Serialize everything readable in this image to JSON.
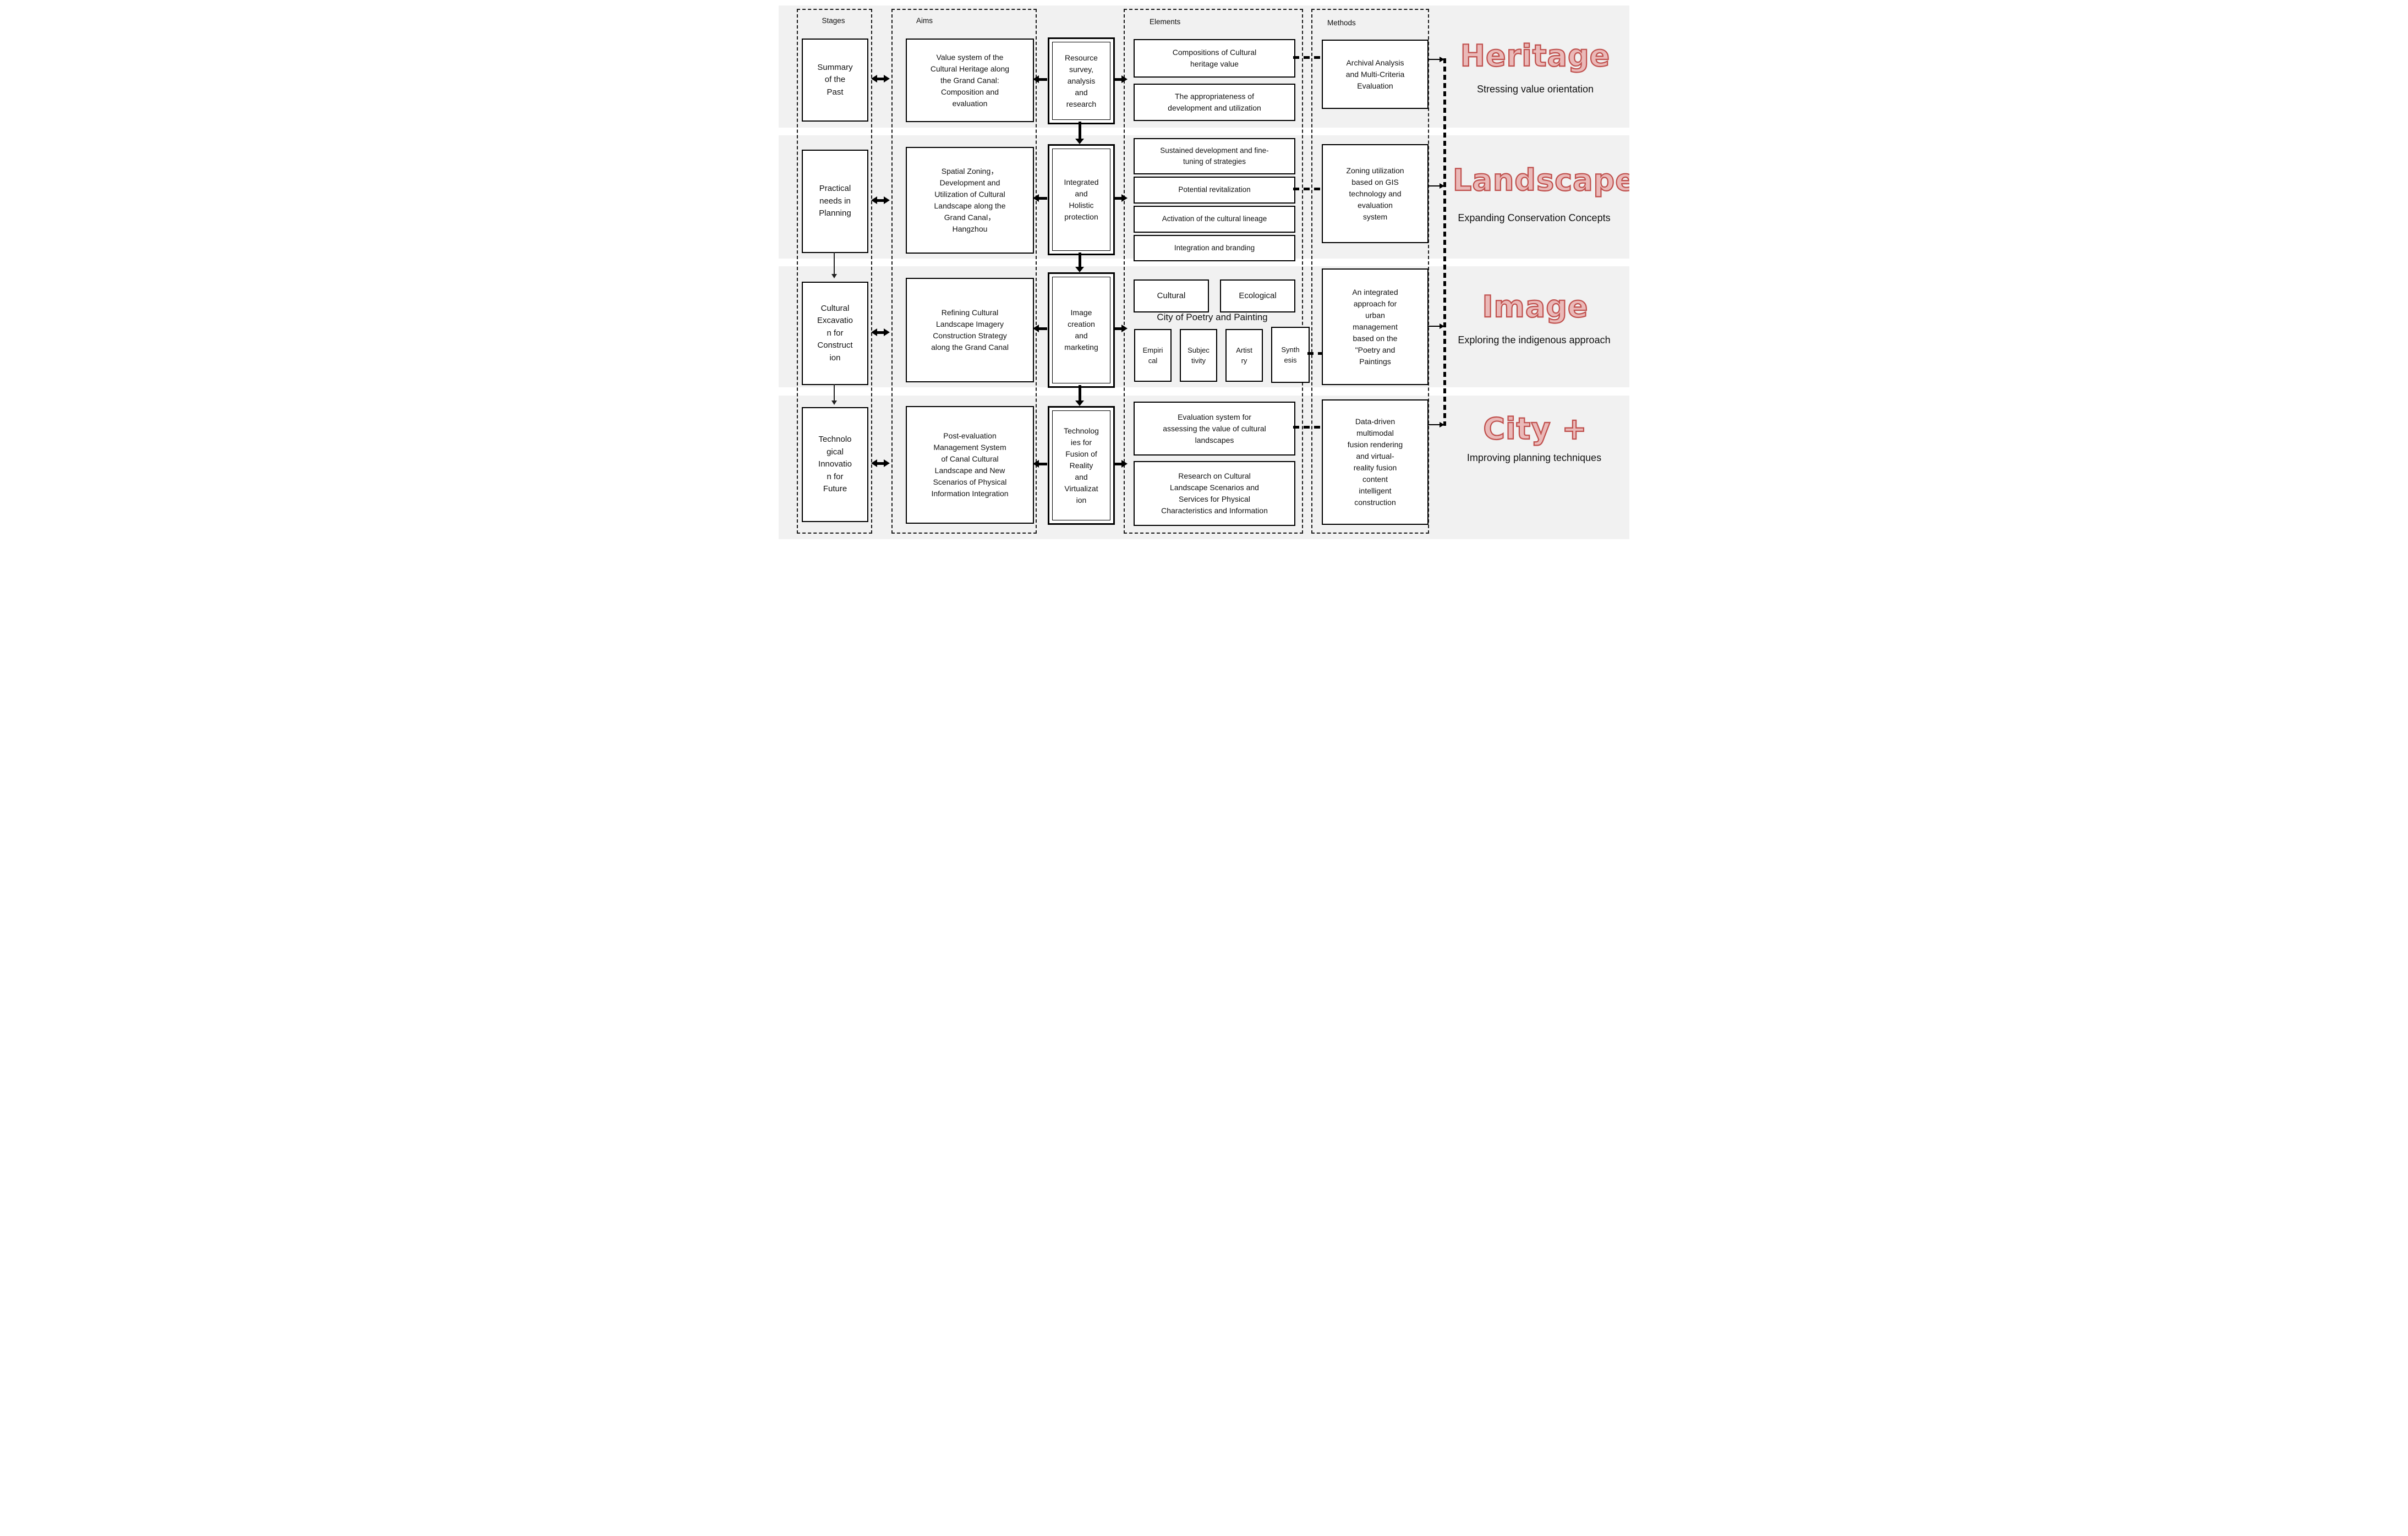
{
  "colors": {
    "row_band": "#f1f1f1",
    "line": "#000000",
    "label_fill": "#eab9b8",
    "label_stroke": "#c0504d"
  },
  "columns": {
    "stages": {
      "header": "Stages",
      "items": [
        "Summary\nof the\nPast",
        "Practical\nneeds in\nPlanning",
        "Cultural\nExcavatio\nn for\nConstruct\nion",
        "Technolo\ngical\nInnovatio\nn for\nFuture"
      ]
    },
    "aims": {
      "header": "Aims",
      "items": [
        "Value system of the\nCultural Heritage along\nthe Grand Canal:\nComposition and\nevaluation",
        "Spatial Zoning，\nDevelopment and\nUtilization of Cultural\nLandscape along the\nGrand Canal，\nHangzhou",
        "Refining Cultural\nLandscape Imagery\nConstruction Strategy\nalong the Grand Canal",
        "Post-evaluation\nManagement System\nof Canal Cultural\nLandscape and New\nScenarios of Physical\nInformation Integration"
      ]
    },
    "process": {
      "items": [
        "Resource\nsurvey,\nanalysis\nand\nresearch",
        "Integrated\nand\nHolistic\nprotection",
        "Image\ncreation\nand\nmarketing",
        "Technolog\nies for\nFusion of\nReality\nand\nVirtualizat\nion"
      ]
    },
    "elements": {
      "header": "Elements",
      "row1": [
        "Compositions of Cultural\nheritage value",
        "The appropriateness of\ndevelopment and utilization"
      ],
      "row2": [
        "Sustained development and fine-\ntuning of strategies",
        "Potential revitalization",
        "Activation of the cultural lineage",
        "Integration and branding"
      ],
      "row3": {
        "pair": [
          "Cultural",
          "Ecological"
        ],
        "caption": "City of Poetry and Painting",
        "quads": [
          "Empiri\ncal",
          "Subjec\ntivity",
          "Artist\nry",
          "Synth\nesis"
        ]
      },
      "row4": [
        "Evaluation system for\nassessing the value of cultural\nlandscapes",
        "Research on Cultural\nLandscape Scenarios and\nServices for Physical\nCharacteristics and Information"
      ]
    },
    "methods": {
      "header": "Methods",
      "items": [
        "Archival Analysis\nand Multi-Criteria\nEvaluation",
        "Zoning utilization\nbased on GIS\ntechnology and\nevaluation\nsystem",
        "An integrated\napproach for\nurban\nmanagement\nbased on the\n\"Poetry and\nPaintings",
        "Data-driven\nmultimodal\nfusion rendering\nand virtual-\nreality fusion\ncontent\nintelligent\nconstruction"
      ]
    }
  },
  "labels": [
    {
      "title": "Heritage",
      "subtitle": "Stressing value orientation"
    },
    {
      "title": "Landscape",
      "subtitle": "Expanding Conservation Concepts"
    },
    {
      "title": "Image",
      "subtitle": "Exploring the indigenous approach"
    },
    {
      "title": "City +",
      "subtitle": "Improving planning techniques"
    }
  ]
}
